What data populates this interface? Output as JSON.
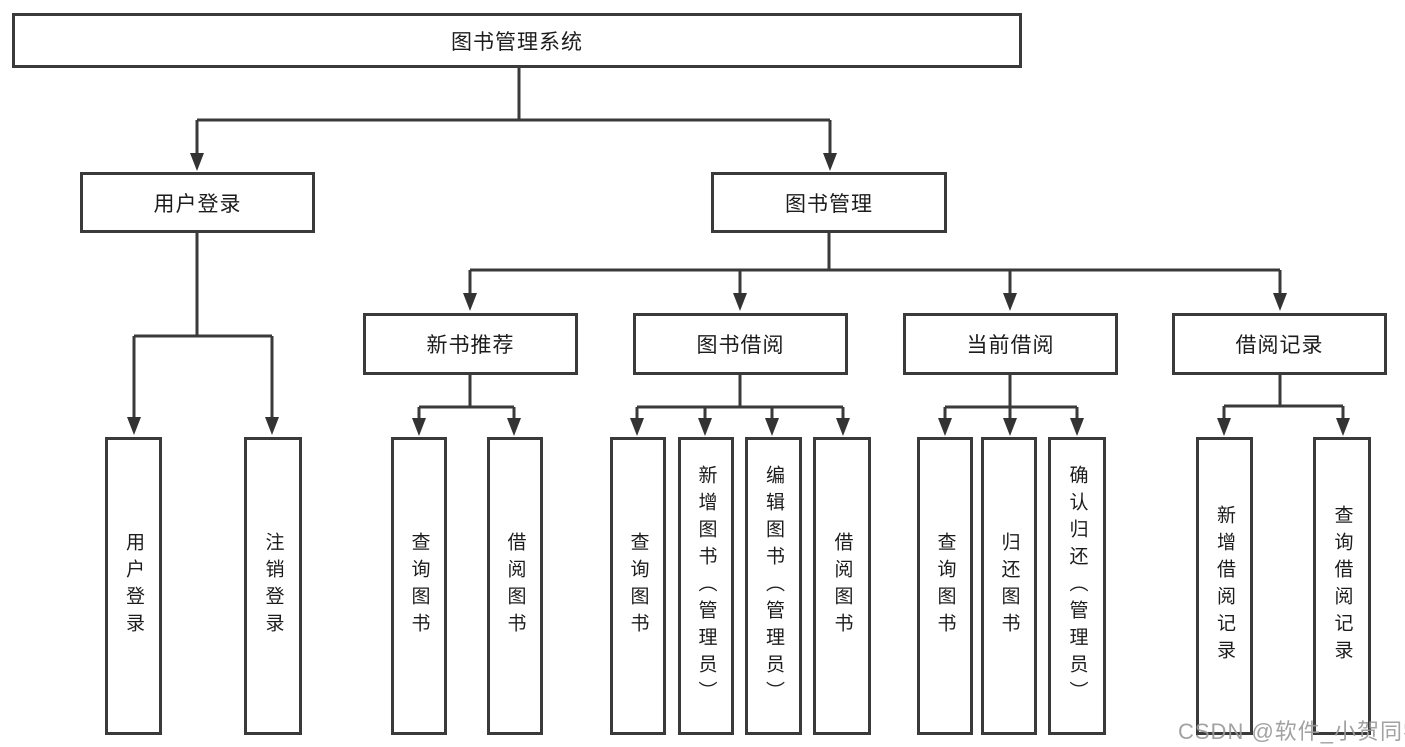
{
  "diagram": {
    "root": "图书管理系统",
    "branches": [
      {
        "label": "用户登录",
        "children": [
          {
            "label": "用户登录"
          },
          {
            "label": "注销登录"
          }
        ]
      },
      {
        "label": "图书管理",
        "children": [
          {
            "label": "新书推荐",
            "children": [
              {
                "label": "查询图书"
              },
              {
                "label": "借阅图书"
              }
            ]
          },
          {
            "label": "图书借阅",
            "children": [
              {
                "label": "查询图书"
              },
              {
                "label": "新增图书（管理员）"
              },
              {
                "label": "编辑图书（管理员）"
              },
              {
                "label": "借阅图书"
              }
            ]
          },
          {
            "label": "当前借阅",
            "children": [
              {
                "label": "查询图书"
              },
              {
                "label": "归还图书"
              },
              {
                "label": "确认归还（管理员）"
              }
            ]
          },
          {
            "label": "借阅记录",
            "children": [
              {
                "label": "新增借阅记录"
              },
              {
                "label": "查询借阅记录"
              }
            ]
          }
        ]
      }
    ]
  },
  "watermark": {
    "text": "CSDN @软件_小贺同学"
  },
  "colors": {
    "line": "#3a3a3a",
    "text": "#1c1c1c",
    "watermark": "#9b9b9b"
  }
}
